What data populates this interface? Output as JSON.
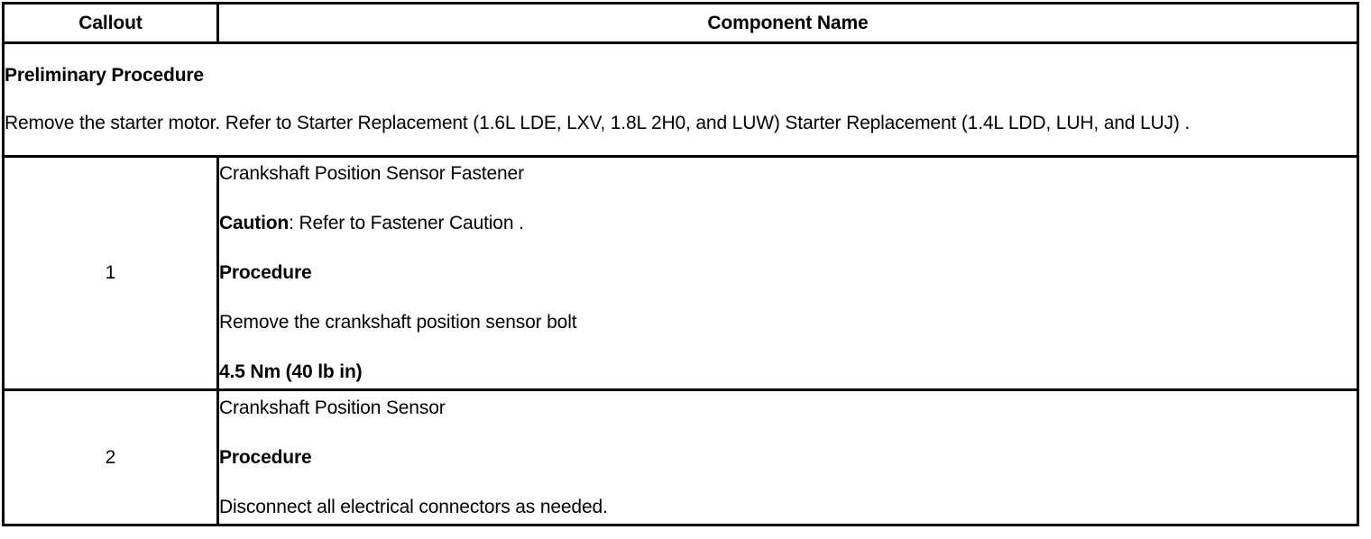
{
  "table": {
    "headers": {
      "callout": "Callout",
      "component_name": "Component Name"
    },
    "preliminary": {
      "title": "Preliminary Procedure",
      "body": "Remove the starter motor. Refer to Starter Replacement (1.6L LDE, LXV, 1.8L 2H0, and LUW) Starter Replacement (1.4L LDD, LUH, and LUJ) ."
    },
    "rows": [
      {
        "callout": "1",
        "component_title": "Crankshaft Position Sensor Fastener",
        "caution_label": "Caution",
        "caution_text": ": Refer to Fastener Caution .",
        "procedure_label": "Procedure",
        "procedure_text": "Remove the crankshaft position sensor bolt",
        "torque": "4.5 Nm (40 lb in)"
      },
      {
        "callout": "2",
        "component_title": "Crankshaft Position Sensor",
        "procedure_label": "Procedure",
        "procedure_text": "Disconnect all electrical connectors as needed."
      }
    ]
  },
  "colors": {
    "border": "#000000",
    "text": "#000000",
    "background": "#ffffff"
  }
}
